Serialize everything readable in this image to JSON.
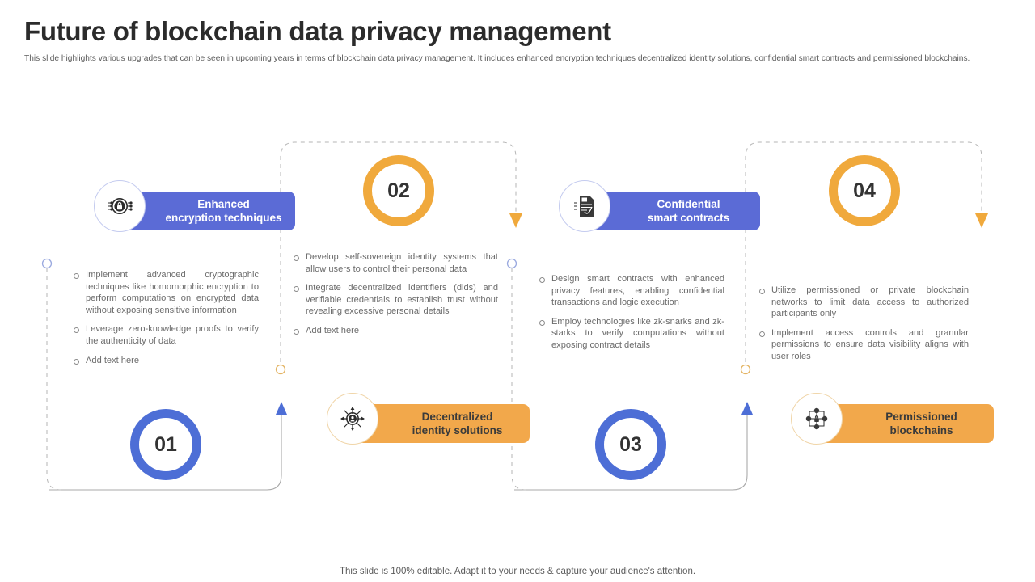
{
  "header": {
    "title": "Future of blockchain data privacy management",
    "subtitle": "This slide highlights various upgrades that can be seen in upcoming years in terms of blockchain data privacy management. It includes enhanced encryption techniques decentralized identity solutions, confidential smart contracts and permissioned blockchains."
  },
  "colors": {
    "blue": "#5B6BD6",
    "blue_ring": "#4D6ED6",
    "orange": "#F2A84B",
    "orange_ring": "#F0A93C",
    "text": "#6b6b6b",
    "title": "#2b2b2b"
  },
  "steps": [
    {
      "number": "01",
      "pill_label_line1": "Enhanced",
      "pill_label_line2": "encryption techniques",
      "pill_color": "blue",
      "icon": "lock-circuit-icon",
      "bullets": [
        "Implement advanced cryptographic techniques like homomorphic encryption to perform computations on encrypted data without exposing sensitive information",
        "Leverage zero-knowledge proofs to verify the authenticity of data",
        "Add text here"
      ]
    },
    {
      "number": "02",
      "pill_label_line1": "Decentralized",
      "pill_label_line2": "identity solutions",
      "pill_color": "orange",
      "icon": "decentralized-identity-icon",
      "bullets": [
        "Develop self-sovereign identity systems that allow users to control their personal data",
        "Integrate decentralized identifiers (dids) and verifiable credentials to establish trust without revealing excessive personal details",
        "Add text here"
      ]
    },
    {
      "number": "03",
      "pill_label_line1": "Confidential",
      "pill_label_line2": "smart contracts",
      "pill_color": "blue",
      "icon": "smart-contract-document-icon",
      "bullets": [
        "Design smart contracts with enhanced privacy features, enabling confidential transactions and logic execution",
        "Employ technologies like zk-snarks and zk-starks to verify computations without exposing contract details"
      ]
    },
    {
      "number": "04",
      "pill_label_line1": "Permissioned",
      "pill_label_line2": "blockchains",
      "pill_color": "orange",
      "icon": "permissioned-network-icon",
      "bullets": [
        "Utilize permissioned or private blockchain networks to limit data access to authorized participants only",
        "Implement access controls and granular permissions to ensure data visibility aligns with user roles"
      ]
    }
  ],
  "footer": {
    "note": "This slide is 100% editable. Adapt it to your needs & capture your audience's attention."
  }
}
